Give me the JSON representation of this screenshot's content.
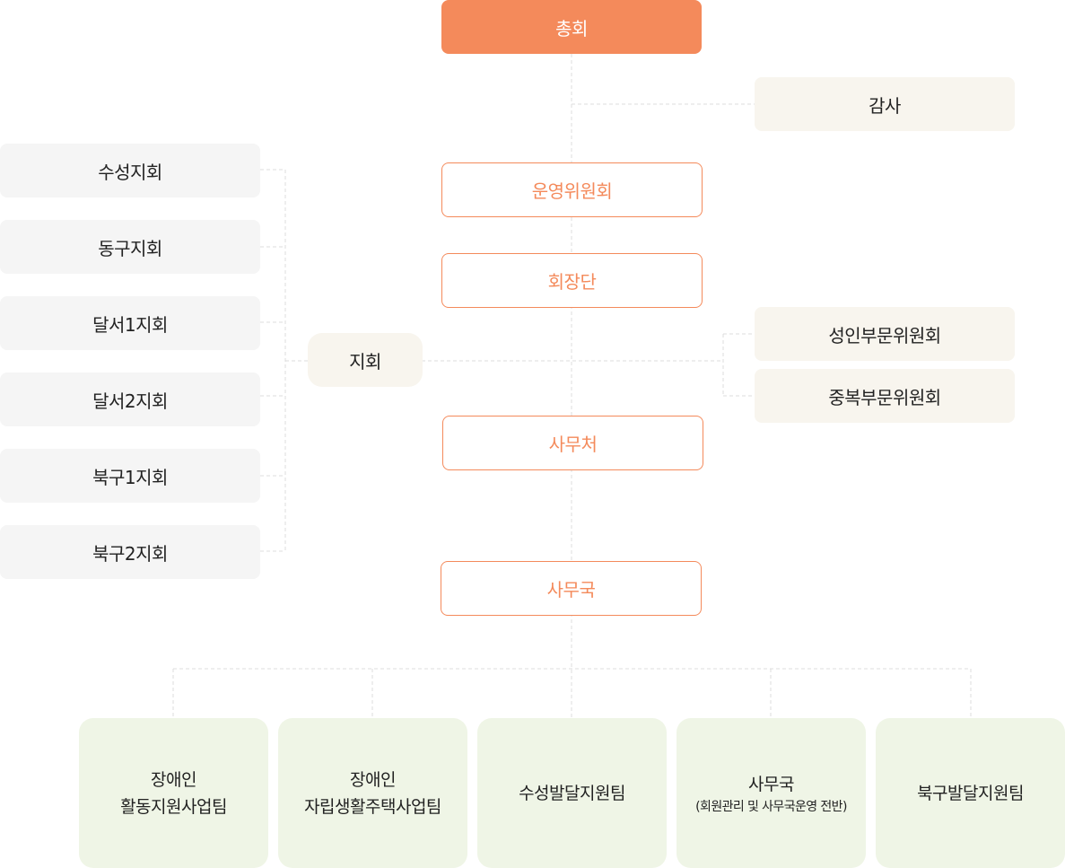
{
  "top": {
    "label": "총회"
  },
  "audit": {
    "label": "감사"
  },
  "steering": {
    "label": "운영위원회"
  },
  "presidium": {
    "label": "회장단"
  },
  "secretariat": {
    "label": "사무처"
  },
  "office": {
    "label": "사무국"
  },
  "branch_hub": {
    "label": "지회"
  },
  "branches": [
    {
      "label": "수성지회"
    },
    {
      "label": "동구지회"
    },
    {
      "label": "달서1지회"
    },
    {
      "label": "달서2지회"
    },
    {
      "label": "북구1지회"
    },
    {
      "label": "북구2지회"
    }
  ],
  "committees": [
    {
      "label": "성인부문위원회"
    },
    {
      "label": "중복부문위원회"
    }
  ],
  "teams": [
    {
      "line1": "장애인",
      "line2": "활동지원사업팀"
    },
    {
      "line1": "장애인",
      "line2": "자립생활주택사업팀"
    },
    {
      "line1": "수성발달지원팀"
    },
    {
      "line1": "사무국",
      "note": "(회원관리 및 사무국운영 전반)"
    },
    {
      "line1": "북구발달지원팀"
    }
  ],
  "colors": {
    "accent": "#f48a5b",
    "beige": "#f8f5ee",
    "gray": "#f5f5f5",
    "green": "#eff5e6",
    "line": "#dddddd"
  }
}
